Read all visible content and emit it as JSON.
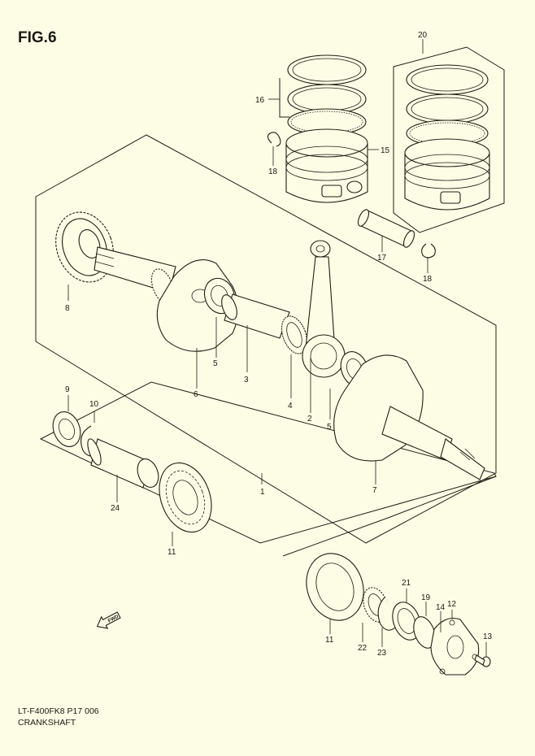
{
  "figure": {
    "title": "FIG.6"
  },
  "footer": {
    "model_code": "LT-F400FK8 P17  006",
    "section_name": "CRANKSHAFT"
  },
  "callouts": [
    {
      "id": "c20",
      "text": "20"
    },
    {
      "id": "c16",
      "text": "16"
    },
    {
      "id": "c15",
      "text": "15"
    },
    {
      "id": "c18a",
      "text": "18"
    },
    {
      "id": "c17",
      "text": "17"
    },
    {
      "id": "c18b",
      "text": "18"
    },
    {
      "id": "c8",
      "text": "8"
    },
    {
      "id": "c5a",
      "text": "5"
    },
    {
      "id": "c6",
      "text": "6"
    },
    {
      "id": "c3",
      "text": "3"
    },
    {
      "id": "c4",
      "text": "4"
    },
    {
      "id": "c2",
      "text": "2"
    },
    {
      "id": "c5b",
      "text": "5"
    },
    {
      "id": "c7",
      "text": "7"
    },
    {
      "id": "c1",
      "text": "1"
    },
    {
      "id": "c9",
      "text": "9"
    },
    {
      "id": "c10",
      "text": "10"
    },
    {
      "id": "c24",
      "text": "24"
    },
    {
      "id": "c11a",
      "text": "11"
    },
    {
      "id": "c11b",
      "text": "11"
    },
    {
      "id": "c22",
      "text": "22"
    },
    {
      "id": "c23",
      "text": "23"
    },
    {
      "id": "c21",
      "text": "21"
    },
    {
      "id": "c19",
      "text": "19"
    },
    {
      "id": "c14",
      "text": "14"
    },
    {
      "id": "c12",
      "text": "12"
    },
    {
      "id": "c13",
      "text": "13"
    }
  ],
  "direction_marker": {
    "text": "FWD",
    "icon": "fwd-arrow-icon"
  },
  "colors": {
    "background": "#fdfde6",
    "ink": "#1f1f14"
  }
}
